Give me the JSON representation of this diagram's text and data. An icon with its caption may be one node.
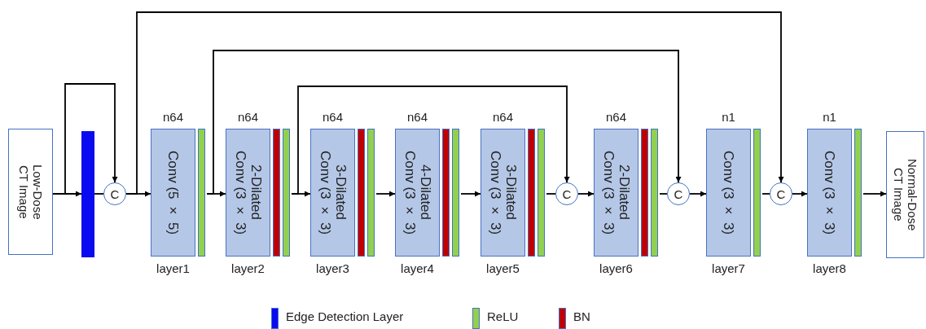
{
  "diagram": {
    "nodes": [
      {
        "text": [
          "Low-Dose CT Image"
        ]
      },
      {
        "text": [],
        "shape": "bar"
      },
      {
        "text": [
          "C"
        ]
      },
      {
        "text": [
          "Conv (5 × 5)"
        ],
        "beside": [
          "n64",
          "layer1"
        ]
      },
      {
        "text": [
          "2-Dilated Conv (3 × 3)"
        ],
        "beside": [
          "n64",
          "layer2"
        ]
      },
      {
        "text": [
          "3-Dilated Conv (3 × 3)"
        ],
        "beside": [
          "n64",
          "layer3"
        ]
      },
      {
        "text": [
          "4-Dilated Conv (3 × 3)"
        ],
        "beside": [
          "n64",
          "layer4"
        ]
      },
      {
        "text": [
          "3-Dilated Conv (3 × 3)"
        ],
        "beside": [
          "n64",
          "layer5"
        ]
      },
      {
        "text": [
          "C"
        ]
      },
      {
        "text": [
          "2-Dilated Conv (3 × 3)"
        ],
        "beside": [
          "n64",
          "layer6"
        ]
      },
      {
        "text": [
          "C"
        ]
      },
      {
        "text": [
          "Conv (3 × 3)"
        ],
        "beside": [
          "n1",
          "layer7"
        ]
      },
      {
        "text": [
          "C"
        ]
      },
      {
        "text": [
          "Conv (3 × 3)"
        ],
        "beside": [
          "n1",
          "layer8"
        ]
      },
      {
        "text": [
          "Normal-Dose CT Image"
        ]
      }
    ],
    "edges": [
      {
        "from": 0,
        "to": 1,
        "arrow": "to"
      },
      {
        "from": 0,
        "to": 2,
        "arrow": "to"
      },
      {
        "from": 1,
        "to": 2,
        "arrow": "none"
      },
      {
        "from": 2,
        "to": 3,
        "arrow": "to"
      },
      {
        "from": 2,
        "to": 12,
        "arrow": "to"
      },
      {
        "from": 3,
        "to": 4,
        "arrow": "to"
      },
      {
        "from": 3,
        "to": 10,
        "arrow": "to"
      },
      {
        "from": 4,
        "to": 5,
        "arrow": "to"
      },
      {
        "from": 4,
        "to": 8,
        "arrow": "to"
      },
      {
        "from": 5,
        "to": 6,
        "arrow": "to"
      },
      {
        "from": 6,
        "to": 7,
        "arrow": "to"
      },
      {
        "from": 7,
        "to": 8,
        "arrow": "none"
      },
      {
        "from": 8,
        "to": 9,
        "arrow": "to"
      },
      {
        "from": 9,
        "to": 10,
        "arrow": "none"
      },
      {
        "from": 10,
        "to": 11,
        "arrow": "to"
      },
      {
        "from": 11,
        "to": 12,
        "arrow": "none"
      },
      {
        "from": 12,
        "to": 13,
        "arrow": "to"
      },
      {
        "from": 13,
        "to": 14,
        "arrow": "to"
      }
    ],
    "legend": [
      {
        "text": "Edge Detection Layer",
        "color": "#0a0af0"
      },
      {
        "text": "ReLU",
        "color": "#92d050"
      },
      {
        "text": "BN",
        "color": "#c00000"
      }
    ]
  }
}
